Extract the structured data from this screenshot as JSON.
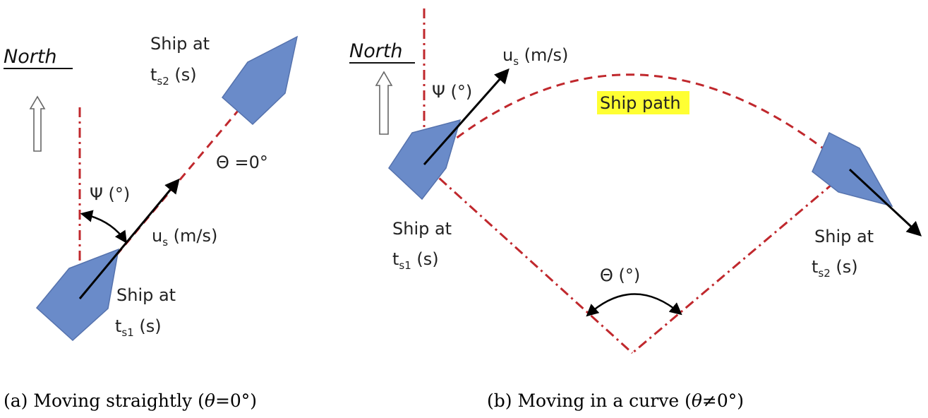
{
  "left_panel": {
    "north_label": "North",
    "ship_end_line1": "Ship at",
    "ship_end_base": "t",
    "ship_end_sub": "s2",
    "ship_end_unit": " (s)",
    "theta_label": "Θ =0°",
    "psi_label": "Ψ (°)",
    "speed_base": "u",
    "speed_sub": "s",
    "speed_unit": " (m/s)",
    "ship_start_line1": "Ship at",
    "ship_start_base": "t",
    "ship_start_sub": "s1",
    "ship_start_unit": " (s)",
    "caption_prefix": "(a)  Moving straightly (",
    "caption_var": "θ",
    "caption_suffix": "=0°)"
  },
  "right_panel": {
    "north_label": "North",
    "speed_base": "u",
    "speed_sub": "s",
    "speed_unit": " (m/s)",
    "psi_label": "Ψ (°)",
    "path_label": "Ship path",
    "ship_start_line1": "Ship at",
    "ship_start_base": "t",
    "ship_start_sub": "s1",
    "ship_start_unit": " (s)",
    "ship_end_line1": "Ship at",
    "ship_end_base": "t",
    "ship_end_sub": "s2",
    "ship_end_unit": " (s)",
    "theta_label": "Θ (°)",
    "caption_prefix": "(b)  Moving in a curve (",
    "caption_var": "θ",
    "caption_suffix": "≠0°)"
  },
  "colors": {
    "ship_fill": "#6a8bc9",
    "path_red": "#c0282d",
    "highlight": "#ffff33"
  }
}
